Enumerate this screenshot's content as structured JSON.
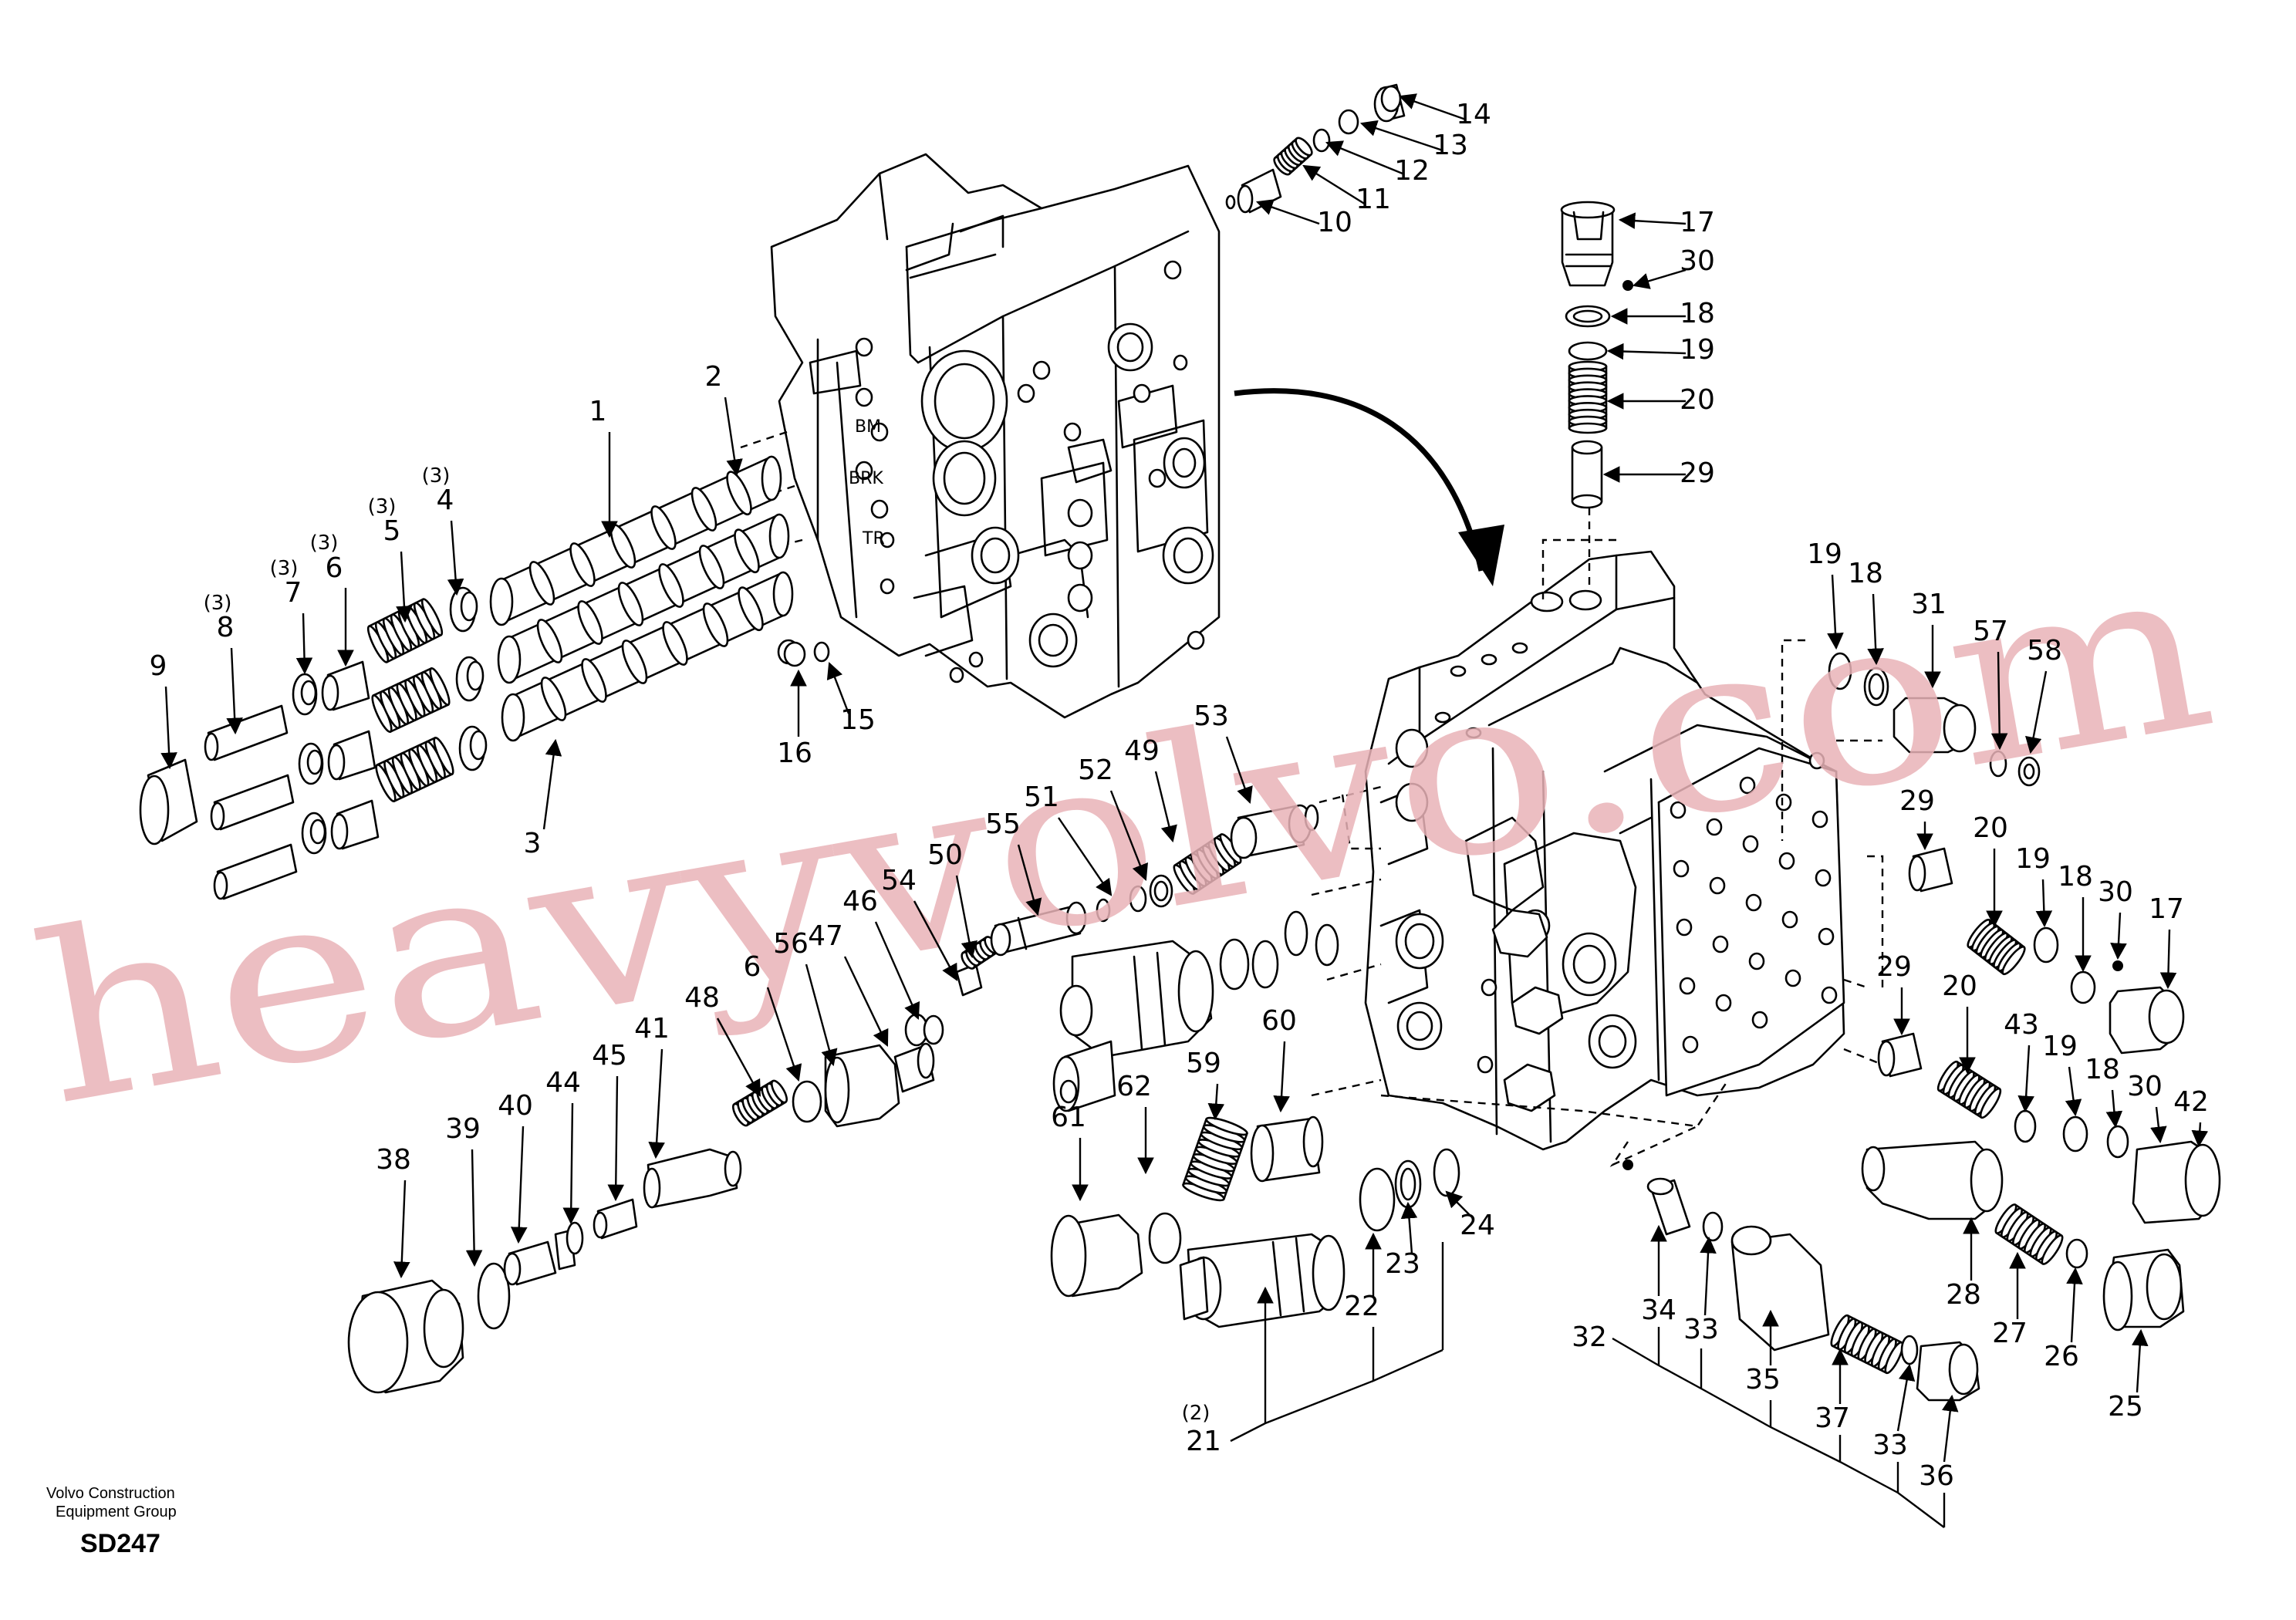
{
  "parts": [
    {
      "id": "p1",
      "num": "1",
      "qty": ""
    },
    {
      "id": "p2",
      "num": "2",
      "qty": ""
    },
    {
      "id": "p3",
      "num": "3",
      "qty": ""
    },
    {
      "id": "p4",
      "num": "4",
      "qty": "(3)"
    },
    {
      "id": "p5",
      "num": "5",
      "qty": "(3)"
    },
    {
      "id": "p6",
      "num": "6",
      "qty": "(3)"
    },
    {
      "id": "p7",
      "num": "7",
      "qty": "(3)"
    },
    {
      "id": "p8",
      "num": "8",
      "qty": "(3)"
    },
    {
      "id": "p9",
      "num": "9",
      "qty": ""
    },
    {
      "id": "p10",
      "num": "10",
      "qty": ""
    },
    {
      "id": "p11",
      "num": "11",
      "qty": ""
    },
    {
      "id": "p12",
      "num": "12",
      "qty": ""
    },
    {
      "id": "p13",
      "num": "13",
      "qty": ""
    },
    {
      "id": "p14",
      "num": "14",
      "qty": ""
    },
    {
      "id": "p15",
      "num": "15",
      "qty": ""
    },
    {
      "id": "p16",
      "num": "16",
      "qty": ""
    },
    {
      "id": "p17a",
      "num": "17",
      "qty": ""
    },
    {
      "id": "p30a",
      "num": "30",
      "qty": ""
    },
    {
      "id": "p18a",
      "num": "18",
      "qty": ""
    },
    {
      "id": "p19a",
      "num": "19",
      "qty": ""
    },
    {
      "id": "p20a",
      "num": "20",
      "qty": ""
    },
    {
      "id": "p29a",
      "num": "29",
      "qty": ""
    },
    {
      "id": "p19b",
      "num": "19",
      "qty": ""
    },
    {
      "id": "p18b",
      "num": "18",
      "qty": ""
    },
    {
      "id": "p31",
      "num": "31",
      "qty": ""
    },
    {
      "id": "p57",
      "num": "57",
      "qty": ""
    },
    {
      "id": "p58",
      "num": "58",
      "qty": ""
    },
    {
      "id": "p29b",
      "num": "29",
      "qty": ""
    },
    {
      "id": "p20b",
      "num": "20",
      "qty": ""
    },
    {
      "id": "p19c",
      "num": "19",
      "qty": ""
    },
    {
      "id": "p18c",
      "num": "18",
      "qty": ""
    },
    {
      "id": "p30b",
      "num": "30",
      "qty": ""
    },
    {
      "id": "p17b",
      "num": "17",
      "qty": ""
    },
    {
      "id": "p29c",
      "num": "29",
      "qty": ""
    },
    {
      "id": "p20c",
      "num": "20",
      "qty": ""
    },
    {
      "id": "p43",
      "num": "43",
      "qty": ""
    },
    {
      "id": "p19d",
      "num": "19",
      "qty": ""
    },
    {
      "id": "p18d",
      "num": "18",
      "qty": ""
    },
    {
      "id": "p30c",
      "num": "30",
      "qty": ""
    },
    {
      "id": "p42",
      "num": "42",
      "qty": ""
    },
    {
      "id": "p53",
      "num": "53",
      "qty": ""
    },
    {
      "id": "p49",
      "num": "49",
      "qty": ""
    },
    {
      "id": "p52",
      "num": "52",
      "qty": ""
    },
    {
      "id": "p51",
      "num": "51",
      "qty": ""
    },
    {
      "id": "p55",
      "num": "55",
      "qty": ""
    },
    {
      "id": "p50",
      "num": "50",
      "qty": ""
    },
    {
      "id": "p54",
      "num": "54",
      "qty": ""
    },
    {
      "id": "p46",
      "num": "46",
      "qty": ""
    },
    {
      "id": "p47",
      "num": "47",
      "qty": ""
    },
    {
      "id": "p56",
      "num": "56",
      "qty": ""
    },
    {
      "id": "p6b",
      "num": "6",
      "qty": ""
    },
    {
      "id": "p48",
      "num": "48",
      "qty": ""
    },
    {
      "id": "p41",
      "num": "41",
      "qty": ""
    },
    {
      "id": "p45",
      "num": "45",
      "qty": ""
    },
    {
      "id": "p44",
      "num": "44",
      "qty": ""
    },
    {
      "id": "p40",
      "num": "40",
      "qty": ""
    },
    {
      "id": "p39",
      "num": "39",
      "qty": ""
    },
    {
      "id": "p38",
      "num": "38",
      "qty": ""
    },
    {
      "id": "p60",
      "num": "60",
      "qty": ""
    },
    {
      "id": "p59",
      "num": "59",
      "qty": ""
    },
    {
      "id": "p62",
      "num": "62",
      "qty": ""
    },
    {
      "id": "p61",
      "num": "61",
      "qty": ""
    },
    {
      "id": "p22",
      "num": "22",
      "qty": ""
    },
    {
      "id": "p23",
      "num": "23",
      "qty": ""
    },
    {
      "id": "p24",
      "num": "24",
      "qty": ""
    },
    {
      "id": "p21",
      "num": "21",
      "qty": "(2)"
    },
    {
      "id": "p34",
      "num": "34",
      "qty": ""
    },
    {
      "id": "p33a",
      "num": "33",
      "qty": ""
    },
    {
      "id": "p35",
      "num": "35",
      "qty": ""
    },
    {
      "id": "p32",
      "num": "32",
      "qty": ""
    },
    {
      "id": "p37",
      "num": "37",
      "qty": ""
    },
    {
      "id": "p33b",
      "num": "33",
      "qty": ""
    },
    {
      "id": "p36",
      "num": "36",
      "qty": ""
    },
    {
      "id": "p28",
      "num": "28",
      "qty": ""
    },
    {
      "id": "p27",
      "num": "27",
      "qty": ""
    },
    {
      "id": "p26",
      "num": "26",
      "qty": ""
    },
    {
      "id": "p25",
      "num": "25",
      "qty": ""
    }
  ],
  "port_labels": [
    "BM",
    "BRK",
    "TR"
  ],
  "footer": {
    "company_line1": "Volvo Construction",
    "company_line2": "Equipment Group",
    "drawing_code": "SD247"
  },
  "watermark": "heavyvolvo.com",
  "colors": {
    "line": "#000000",
    "watermark": "#e9b3b8",
    "background": "#ffffff"
  }
}
